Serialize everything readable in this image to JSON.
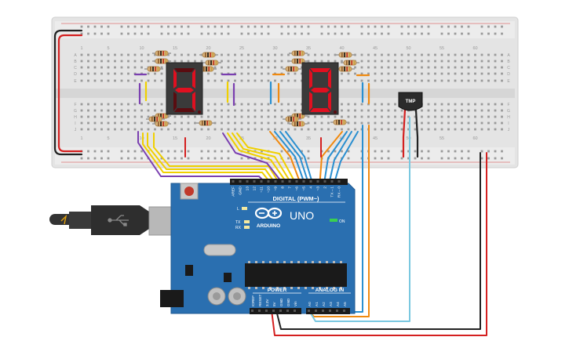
{
  "breadboard": {
    "top_numbers": [
      "1",
      "5",
      "10",
      "15",
      "20",
      "25",
      "30",
      "35",
      "40",
      "45",
      "50",
      "55",
      "60"
    ],
    "bottom_numbers": [
      "1",
      "5",
      "10",
      "15",
      "20",
      "25",
      "30",
      "35",
      "40",
      "45",
      "50",
      "55",
      "60"
    ],
    "row_letters_top": [
      "A",
      "B",
      "C",
      "D",
      "E"
    ],
    "row_letters_bottom": [
      "F",
      "G",
      "H",
      "I",
      "J"
    ]
  },
  "displays": {
    "left_digit": "4",
    "right_digit": "8",
    "color": "#e01020",
    "off_color": "#5a0c10"
  },
  "sensor": {
    "label": "TMP"
  },
  "arduino": {
    "logo_text": "ARDUINO",
    "model": "UNO",
    "digital_label": "DIGITAL (PWM~)",
    "on_label": "ON",
    "power_label": "POWER",
    "analog_label": "ANALOG IN",
    "led_l": "L",
    "led_tx": "TX",
    "led_rx": "RX",
    "top_pins": [
      "AREF",
      "GND",
      "13",
      "12",
      "~11",
      "~10",
      "~9",
      "8",
      "7",
      "~6",
      "~5",
      "4",
      "~3",
      "2",
      "TX→1",
      "RX←0"
    ],
    "power_pins": [
      "IOREF",
      "RESET",
      "3.3V",
      "5V",
      "GND",
      "GND",
      "Vin"
    ],
    "analog_pins": [
      "A0",
      "A1",
      "A2",
      "A3",
      "A4",
      "A5"
    ]
  },
  "usb_icon": "usb-icon",
  "colors": {
    "board": "#2a6fb0",
    "breadboard": "#e6e6e6",
    "wire_red": "#d42020",
    "wire_black": "#222222",
    "wire_yellow": "#f0d000",
    "wire_purple": "#7a3fb0",
    "wire_blue": "#2a8fd0",
    "wire_orange": "#f08a10",
    "wire_lightblue": "#7ac8e0"
  }
}
